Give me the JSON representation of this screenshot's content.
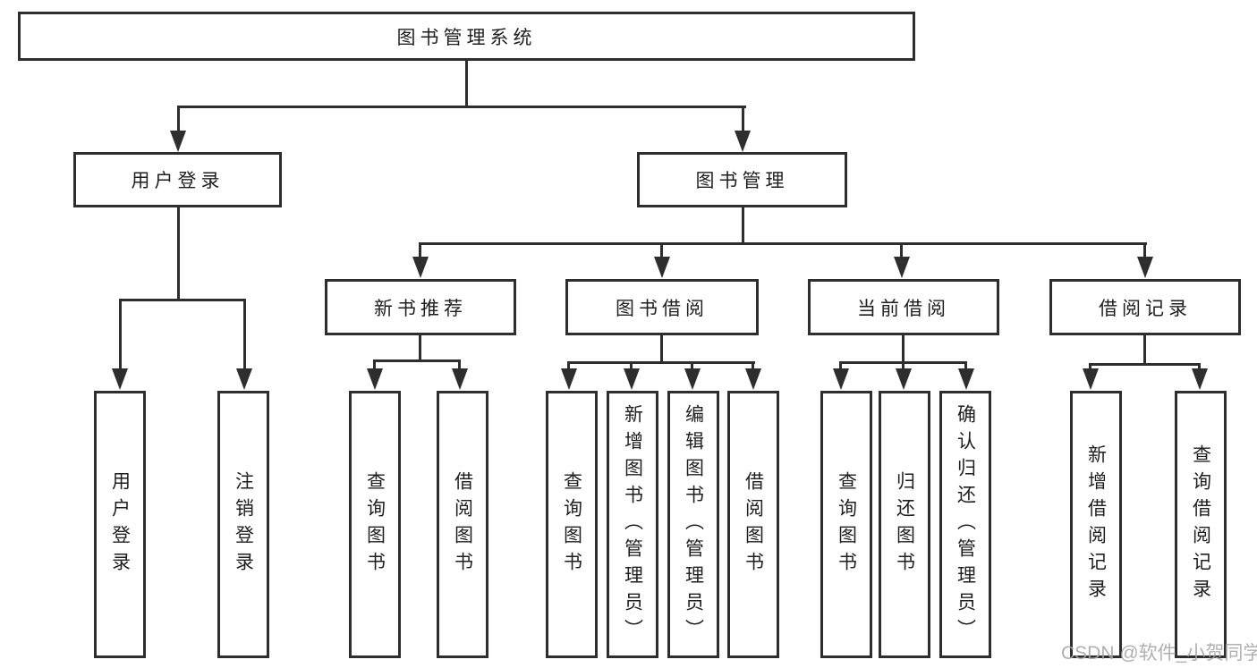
{
  "colors": {
    "line": "#2e2e2e",
    "text": "#1f1f1f",
    "watermark": "#a6a6a6",
    "background": "#ffffff"
  },
  "watermark": {
    "text": "CSDN @软件_小贺同学"
  },
  "nodes": {
    "root": {
      "label": "图书管理系统"
    },
    "user_login": {
      "label": "用户登录"
    },
    "book_mgmt": {
      "label": "图书管理"
    },
    "new_book_rec": {
      "label": "新书推荐"
    },
    "book_borrow": {
      "label": "图书借阅"
    },
    "current_borrow": {
      "label": "当前借阅"
    },
    "borrow_record": {
      "label": "借阅记录"
    },
    "user_login_leaf": {
      "label": "用户登录"
    },
    "logout_leaf": {
      "label": "注销登录"
    },
    "rec_query_book": {
      "label": "查询图书"
    },
    "rec_borrow_book": {
      "label": "借阅图书"
    },
    "borrow_query_book": {
      "label": "查询图书"
    },
    "borrow_add_book": {
      "label": "新增图书（管理员）"
    },
    "borrow_edit_book": {
      "label": "编辑图书（管理员）"
    },
    "borrow_borrow_book": {
      "label": "借阅图书"
    },
    "current_query_book": {
      "label": "查询图书"
    },
    "current_return_book": {
      "label": "归还图书"
    },
    "current_confirm_return": {
      "label": "确认归还（管理员）"
    },
    "record_add_record": {
      "label": "新增借阅记录"
    },
    "record_query_record": {
      "label": "查询借阅记录"
    }
  }
}
